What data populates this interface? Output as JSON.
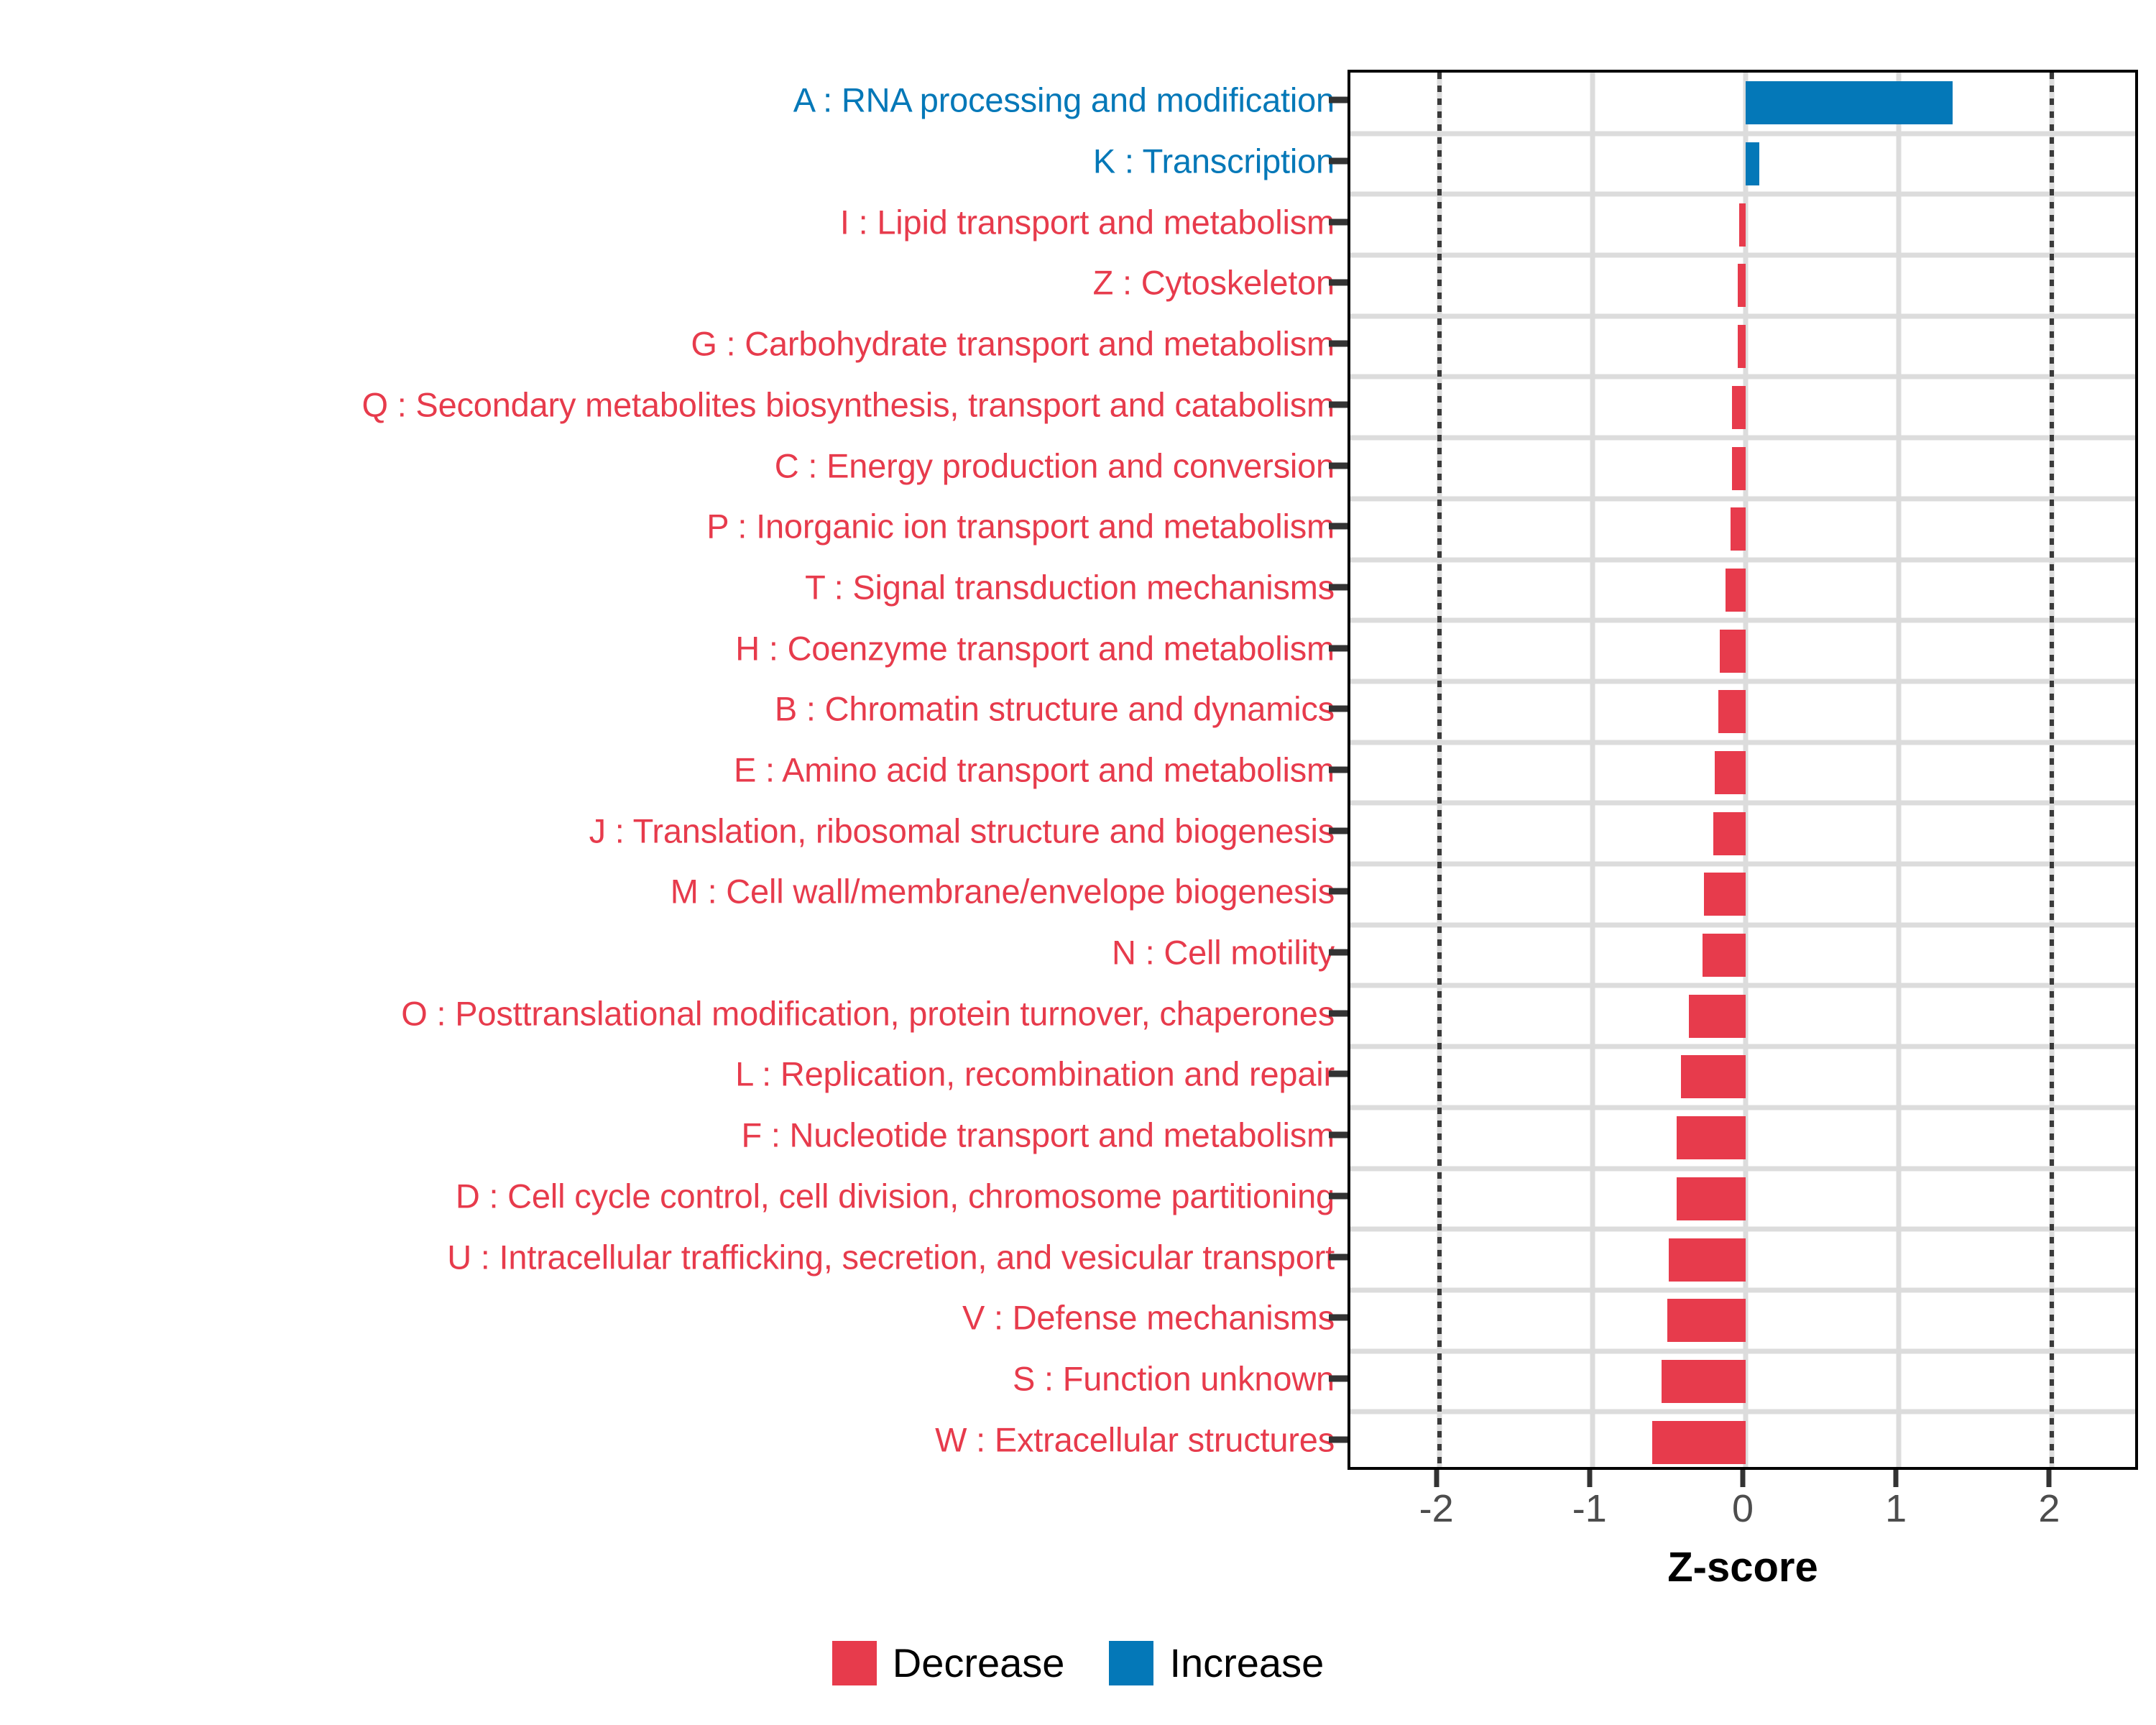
{
  "chart_data": {
    "type": "bar",
    "orientation": "horizontal",
    "title": "",
    "xlabel": "Z-score",
    "ylabel": "",
    "xlim": [
      -2.58,
      2.58
    ],
    "xticks": [
      -2,
      -1,
      0,
      1,
      2
    ],
    "xticklabels": [
      "-2",
      "-1",
      "0",
      "1",
      "2"
    ],
    "grid": "major vertical gridlines at integer ticks, minor horizontal gridlines per category",
    "reference_lines": [
      -2,
      2
    ],
    "reference_line_style": "dotted",
    "legend": {
      "position": "bottom-center",
      "entries": [
        {
          "label": "Decrease",
          "color": "#e73b4c"
        },
        {
          "label": "Increase",
          "color": "#0478b8"
        }
      ]
    },
    "colors": {
      "increase": "#0478b8",
      "decrease": "#e73b4c"
    },
    "categories": [
      "A : RNA processing and modification",
      "K : Transcription",
      "I : Lipid transport and metabolism",
      "Z : Cytoskeleton",
      "G : Carbohydrate transport and metabolism",
      "Q : Secondary metabolites biosynthesis, transport and catabolism",
      "C : Energy production and conversion",
      "P : Inorganic ion transport and metabolism",
      "T : Signal transduction mechanisms",
      "H : Coenzyme transport and metabolism",
      "B : Chromatin structure and dynamics",
      "E : Amino acid transport and metabolism",
      "J : Translation, ribosomal structure and biogenesis",
      "M : Cell wall/membrane/envelope biogenesis",
      "N : Cell motility",
      "O : Posttranslational modification, protein turnover, chaperones",
      "L : Replication, recombination and repair",
      "F : Nucleotide transport and metabolism",
      "D : Cell cycle control, cell division, chromosome partitioning",
      "U : Intracellular trafficking, secretion, and vesicular transport",
      "V : Defense mechanisms",
      "S : Function unknown",
      "W : Extracellular structures"
    ],
    "values": [
      1.35,
      0.09,
      -0.04,
      -0.05,
      -0.05,
      -0.09,
      -0.09,
      -0.1,
      -0.13,
      -0.17,
      -0.18,
      -0.2,
      -0.21,
      -0.27,
      -0.28,
      -0.37,
      -0.42,
      -0.45,
      -0.45,
      -0.5,
      -0.51,
      -0.55,
      -0.61
    ],
    "series": [
      {
        "name": "Z-score",
        "points": [
          {
            "category": "A : RNA processing and modification",
            "value": 1.35,
            "direction": "Increase"
          },
          {
            "category": "K : Transcription",
            "value": 0.09,
            "direction": "Increase"
          },
          {
            "category": "I : Lipid transport and metabolism",
            "value": -0.04,
            "direction": "Decrease"
          },
          {
            "category": "Z : Cytoskeleton",
            "value": -0.05,
            "direction": "Decrease"
          },
          {
            "category": "G : Carbohydrate transport and metabolism",
            "value": -0.05,
            "direction": "Decrease"
          },
          {
            "category": "Q : Secondary metabolites biosynthesis, transport and catabolism",
            "value": -0.09,
            "direction": "Decrease"
          },
          {
            "category": "C : Energy production and conversion",
            "value": -0.09,
            "direction": "Decrease"
          },
          {
            "category": "P : Inorganic ion transport and metabolism",
            "value": -0.1,
            "direction": "Decrease"
          },
          {
            "category": "T : Signal transduction mechanisms",
            "value": -0.13,
            "direction": "Decrease"
          },
          {
            "category": "H : Coenzyme transport and metabolism",
            "value": -0.17,
            "direction": "Decrease"
          },
          {
            "category": "B : Chromatin structure and dynamics",
            "value": -0.18,
            "direction": "Decrease"
          },
          {
            "category": "E : Amino acid transport and metabolism",
            "value": -0.2,
            "direction": "Decrease"
          },
          {
            "category": "J : Translation, ribosomal structure and biogenesis",
            "value": -0.21,
            "direction": "Decrease"
          },
          {
            "category": "M : Cell wall/membrane/envelope biogenesis",
            "value": -0.27,
            "direction": "Decrease"
          },
          {
            "category": "N : Cell motility",
            "value": -0.28,
            "direction": "Decrease"
          },
          {
            "category": "O : Posttranslational modification, protein turnover, chaperones",
            "value": -0.37,
            "direction": "Decrease"
          },
          {
            "category": "L : Replication, recombination and repair",
            "value": -0.42,
            "direction": "Decrease"
          },
          {
            "category": "F : Nucleotide transport and metabolism",
            "value": -0.45,
            "direction": "Decrease"
          },
          {
            "category": "D : Cell cycle control, cell division, chromosome partitioning",
            "value": -0.45,
            "direction": "Decrease"
          },
          {
            "category": "U : Intracellular trafficking, secretion, and vesicular transport",
            "value": -0.5,
            "direction": "Decrease"
          },
          {
            "category": "V : Defense mechanisms",
            "value": -0.51,
            "direction": "Decrease"
          },
          {
            "category": "S : Function unknown",
            "value": -0.55,
            "direction": "Decrease"
          },
          {
            "category": "W : Extracellular structures",
            "value": -0.61,
            "direction": "Decrease"
          }
        ]
      }
    ]
  }
}
